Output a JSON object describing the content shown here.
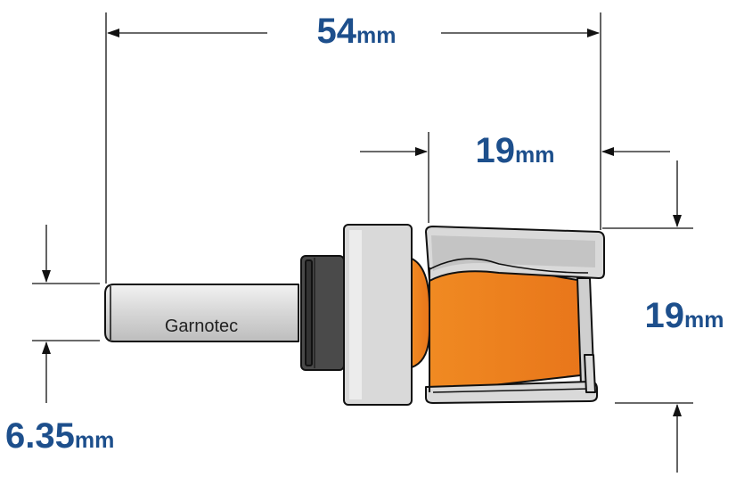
{
  "dimensions": {
    "total_length": {
      "value": "54",
      "unit": "mm"
    },
    "cutting_length": {
      "value": "19",
      "unit": "mm"
    },
    "cutting_diameter": {
      "value": "19",
      "unit": "mm"
    },
    "shank_diameter": {
      "value": "6.35",
      "unit": "mm"
    }
  },
  "shank_label": "Garnotec",
  "colors": {
    "dimension_text": "#1d4f8c",
    "cutter_body": "#ee7f1a",
    "steel": "#d9d9d9",
    "bearing": "#4a4a4a",
    "outline": "#111111"
  }
}
